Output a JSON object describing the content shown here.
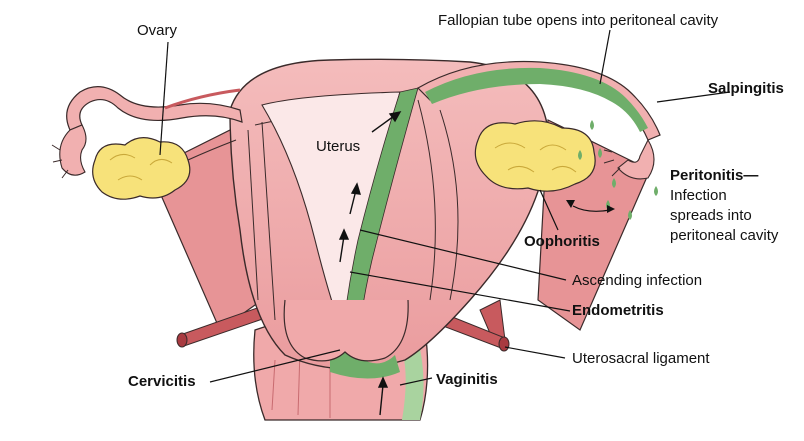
{
  "labels": {
    "ovary": "Ovary",
    "fallopian": "Fallopian tube opens into peritoneal cavity",
    "salpingitis": "Salpingitis",
    "uterus": "Uterus",
    "peritonitis": "Peritonitis—",
    "peritonitis_line1": "Infection",
    "peritonitis_line2": "spreads into",
    "peritonitis_line3": "peritoneal cavity",
    "oophoritis": "Oophoritis",
    "ascending": "Ascending infection",
    "endometritis": "Endometritis",
    "uterosacral": "Uterosacral ligament",
    "cervicitis": "Cervicitis",
    "vaginitis": "Vaginitis"
  },
  "colors": {
    "tissue": "#f1b0b0",
    "tissue_dark": "#c85a5e",
    "tissue_light": "#f8d6d6",
    "cavity": "#fbe8e8",
    "infection": "#6fae6a",
    "ovary": "#f7e27a",
    "outline": "#3a2a2a"
  }
}
